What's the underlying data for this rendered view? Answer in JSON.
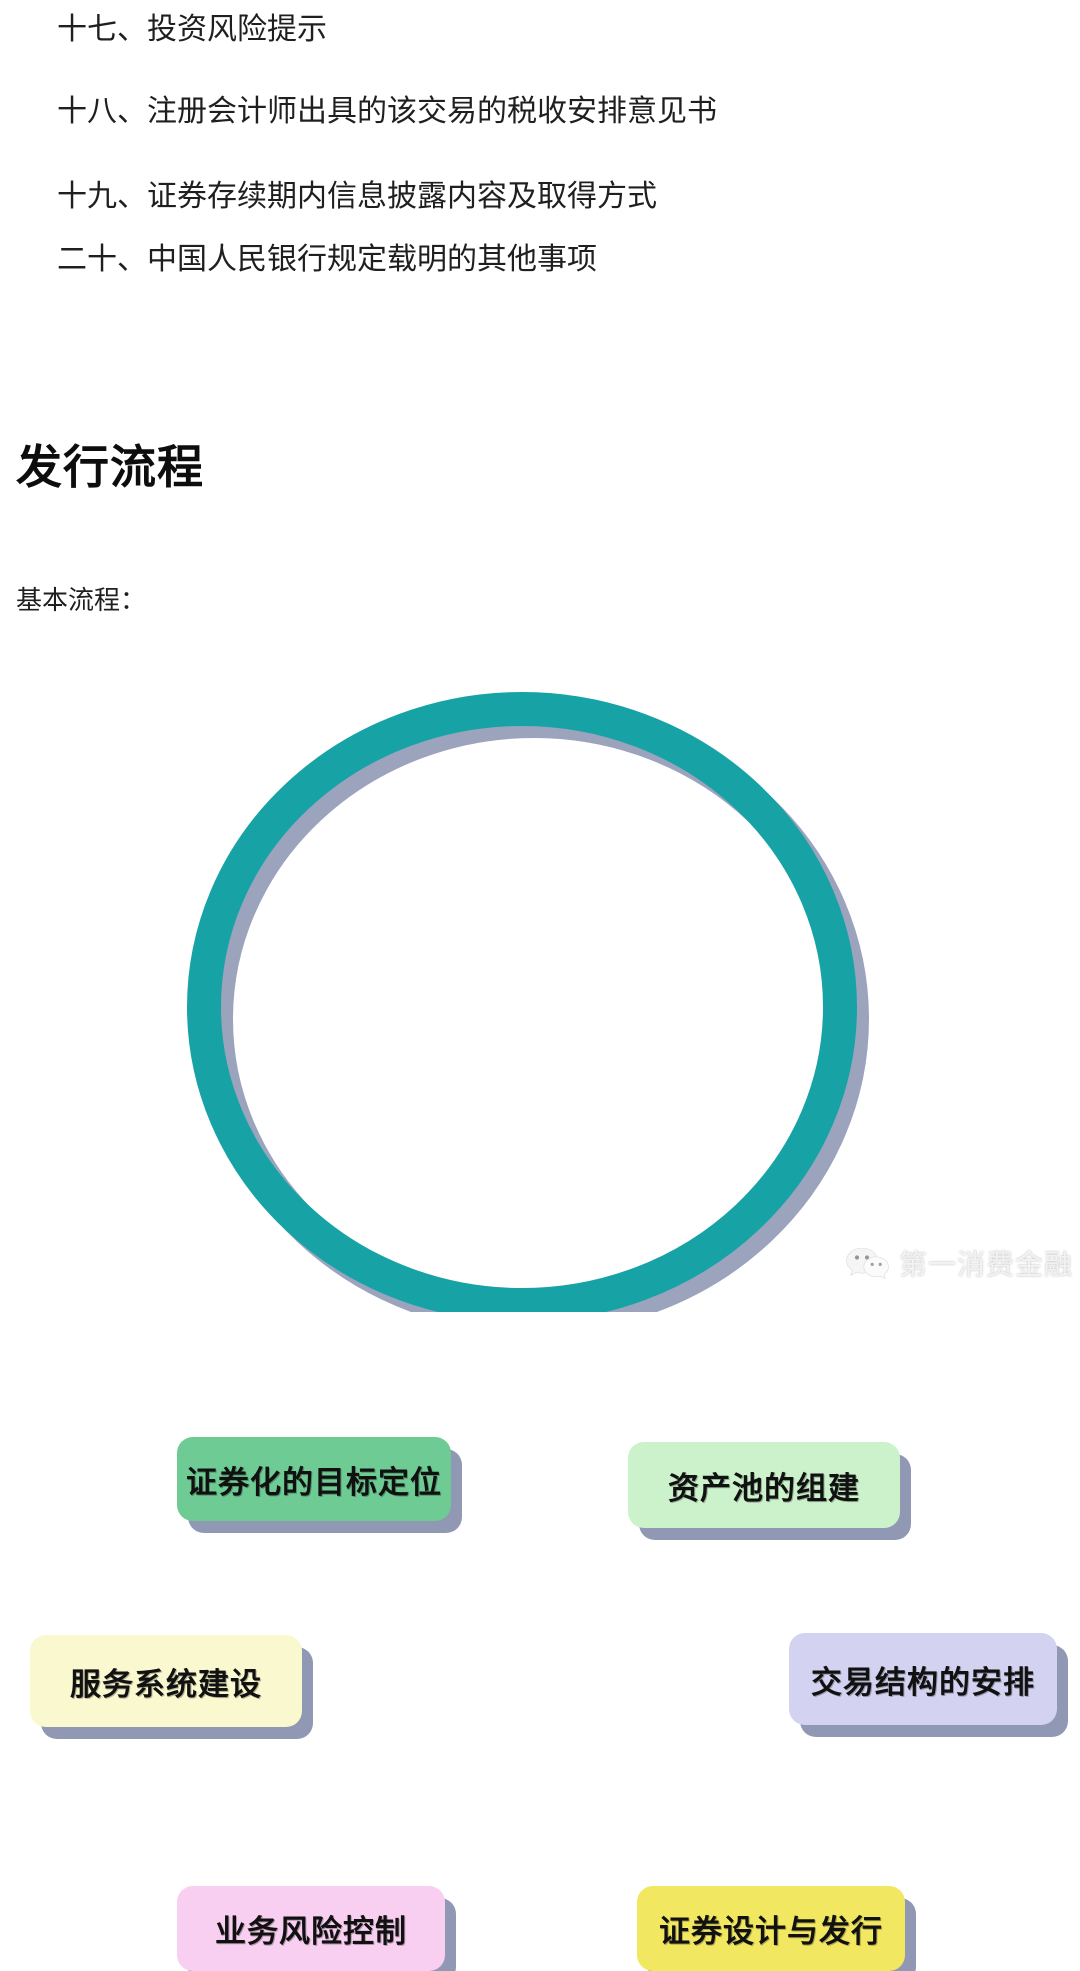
{
  "outline": {
    "items": [
      "十七、投资风险提示",
      "十八、注册会计师出具的该交易的税收安排意见书",
      "十九、证券存续期内信息披露内容及取得方式",
      "二十、中国人民银行规定载明的其他事项"
    ]
  },
  "section": {
    "title": "发行流程",
    "subtitle": "基本流程："
  },
  "diagram": {
    "ring_color": "#17A3A6",
    "ring_shadow_color": "#9BA3BD",
    "nodes": [
      {
        "label": "证券化的目标定位",
        "color": "#6ECB94",
        "position": "top-left"
      },
      {
        "label": "资产池的组建",
        "color": "#CCF2CB",
        "position": "top-right"
      },
      {
        "label": "服务系统建设",
        "color": "#FAF8CE",
        "position": "left"
      },
      {
        "label": "交易结构的安排",
        "color": "#D3D2F0",
        "position": "right"
      },
      {
        "label": "业务风险控制",
        "color": "#F8CFF1",
        "position": "bottom-left"
      },
      {
        "label": "证券设计与发行",
        "color": "#F2E760",
        "position": "bottom-right"
      }
    ]
  },
  "watermark": {
    "icon": "wechat-icon",
    "text": "第一消费金融"
  }
}
